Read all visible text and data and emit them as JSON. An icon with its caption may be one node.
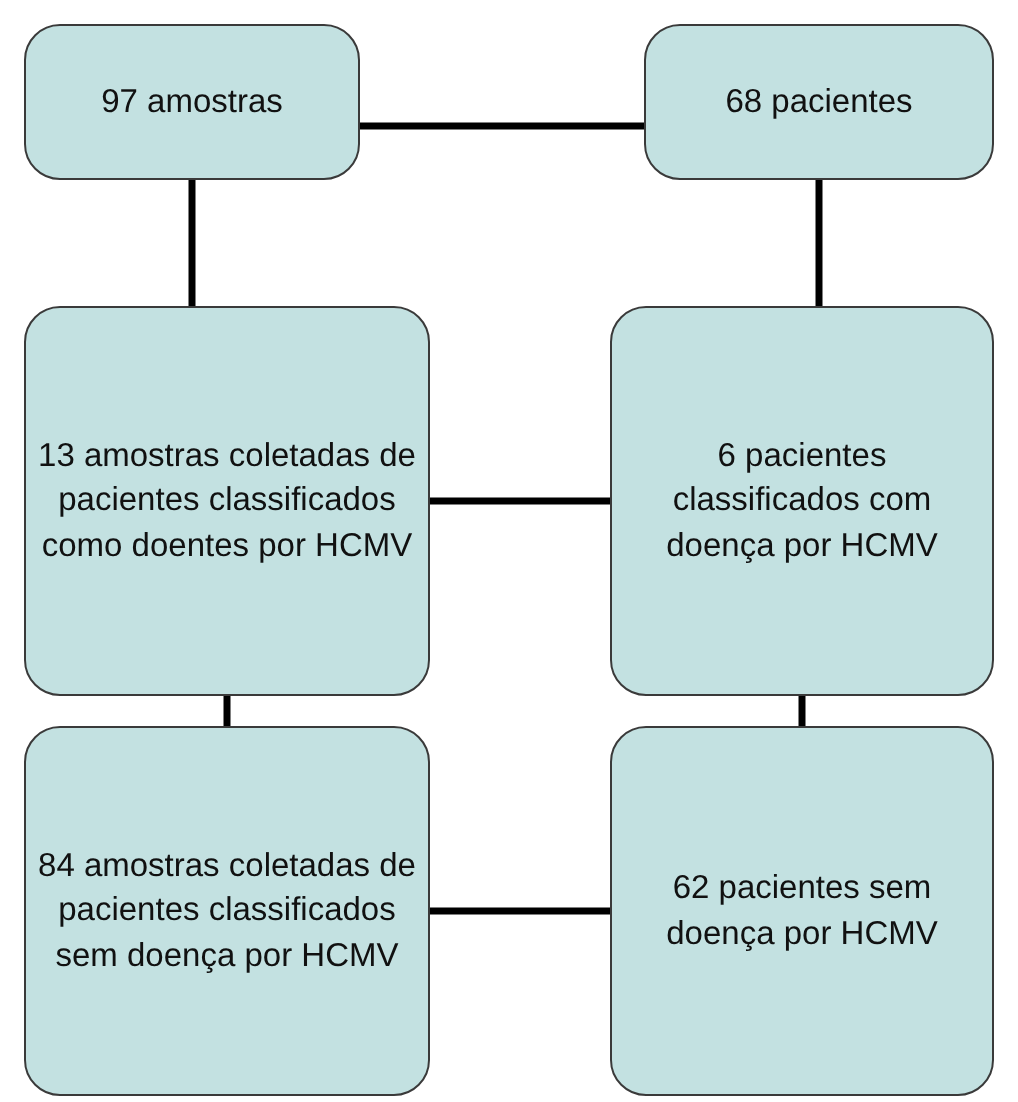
{
  "diagram": {
    "nodes": [
      {
        "text": [
          "97 amostras"
        ]
      },
      {
        "text": [
          "68 pacientes"
        ]
      },
      {
        "text": [
          "13 amostras coletadas de pacientes classificados como doentes por HCMV"
        ]
      },
      {
        "text": [
          "6 pacientes classificados com doença por HCMV"
        ]
      },
      {
        "text": [
          "84 amostras coletadas de pacientes classificados sem doença por HCMV"
        ]
      },
      {
        "text": [
          "62 pacientes sem doença por HCMV"
        ]
      }
    ],
    "edges": [
      {
        "from": 0,
        "to": 1,
        "arrow": "none"
      },
      {
        "from": 0,
        "to": 2,
        "arrow": "none"
      },
      {
        "from": 1,
        "to": 3,
        "arrow": "none"
      },
      {
        "from": 2,
        "to": 3,
        "arrow": "none"
      },
      {
        "from": 2,
        "to": 4,
        "arrow": "none"
      },
      {
        "from": 3,
        "to": 5,
        "arrow": "none"
      },
      {
        "from": 4,
        "to": 5,
        "arrow": "none"
      }
    ]
  }
}
